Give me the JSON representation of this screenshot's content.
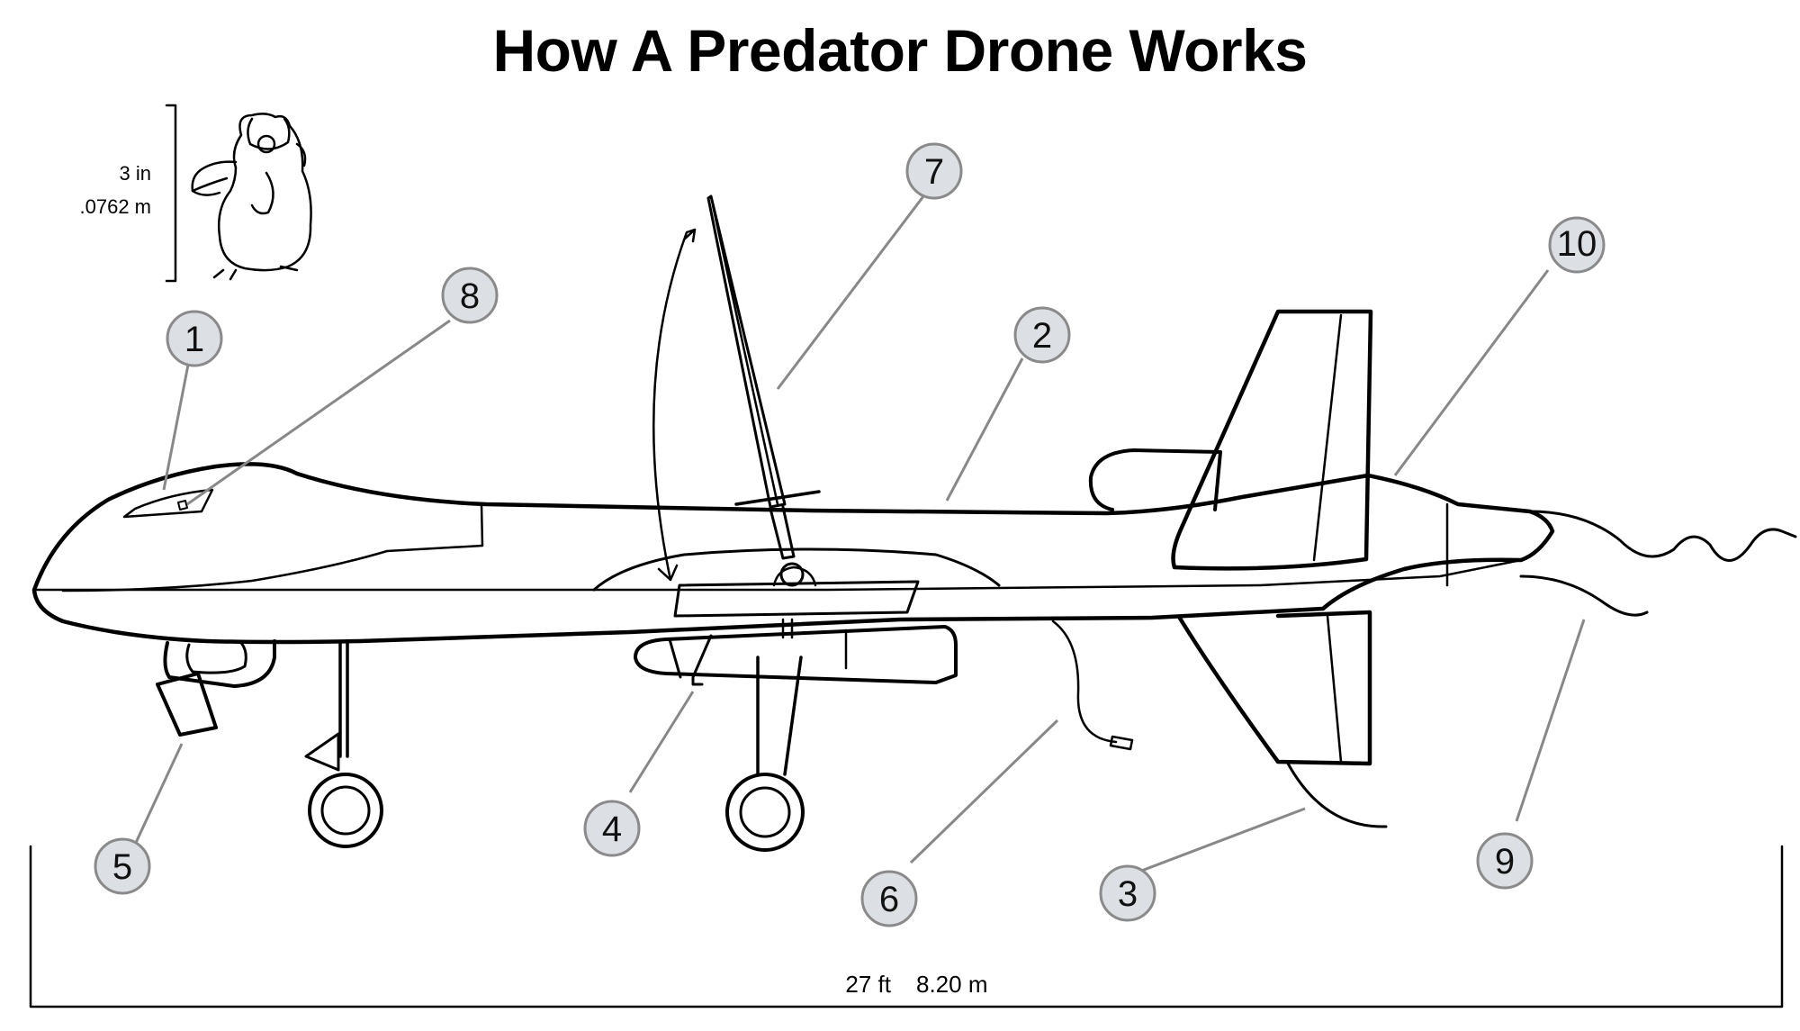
{
  "title": "How A Predator Drone Works",
  "scale": {
    "height_in": "3 in",
    "height_m": ".0762 m"
  },
  "dimension": {
    "length_ft": "27 ft",
    "length_m": "8.20 m"
  },
  "callouts": [
    "1",
    "2",
    "3",
    "4",
    "5",
    "6",
    "7",
    "8",
    "9",
    "10"
  ],
  "colors": {
    "ink": "#000000",
    "callout_fill": "#dcdfe3",
    "callout_stroke": "#8a8a8a",
    "leader": "#888888"
  }
}
